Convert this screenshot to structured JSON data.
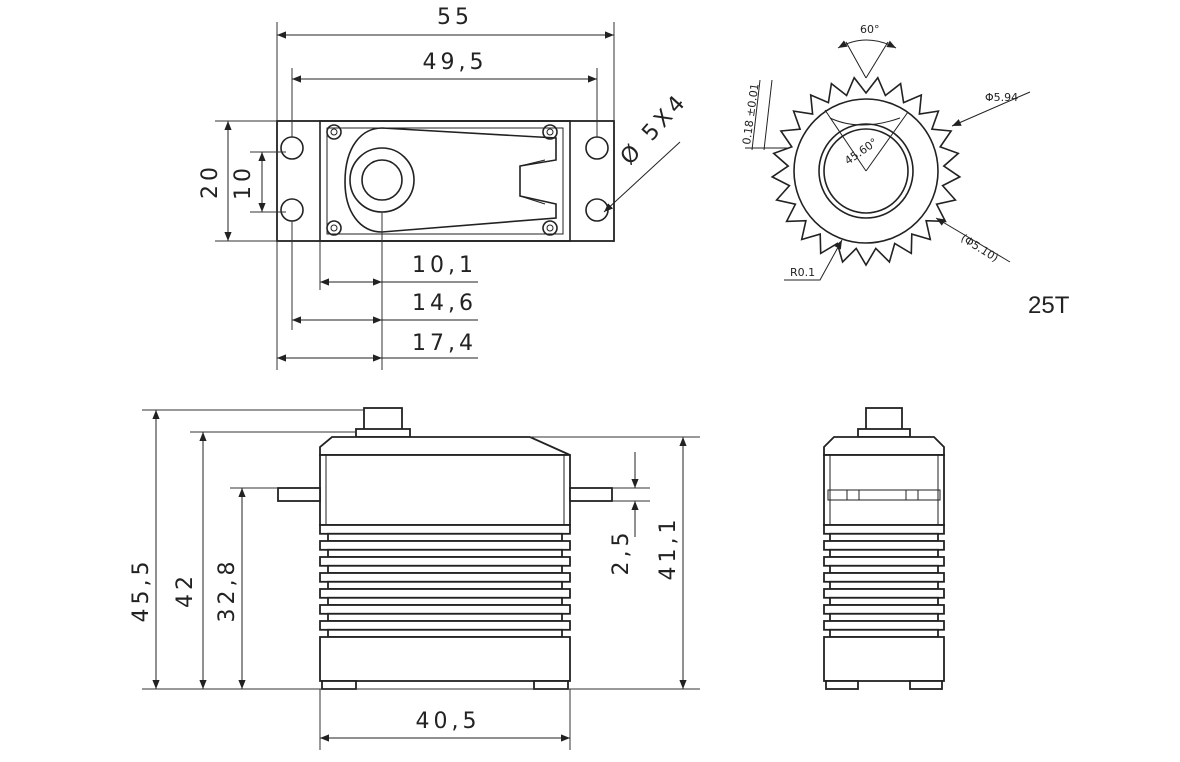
{
  "top_view": {
    "dim_total_width": "55",
    "dim_mount_spacing": "49,5",
    "dim_height": "20",
    "dim_hole_spacing": "10",
    "dim_hole_spec": "Ø 5X4",
    "dim_shaft_offset_1": "10,1",
    "dim_shaft_offset_2": "14,6",
    "dim_shaft_offset_3": "17,4"
  },
  "spline_detail": {
    "dim_angle": "60°",
    "dim_outer_dia": "Φ5.94",
    "dim_tooth_depth": "0.18 ±0.01",
    "dim_tooth_angle": "45.60°",
    "dim_root_dia": "(Φ5.10)",
    "dim_radius": "R0.1",
    "tooth_count": "25T"
  },
  "front_view": {
    "dim_overall_height": "45,5",
    "dim_height_42": "42",
    "dim_height_mount": "32,8",
    "dim_flange_thickness": "2,5",
    "dim_body_height": "41,1",
    "dim_body_width": "40,5"
  }
}
